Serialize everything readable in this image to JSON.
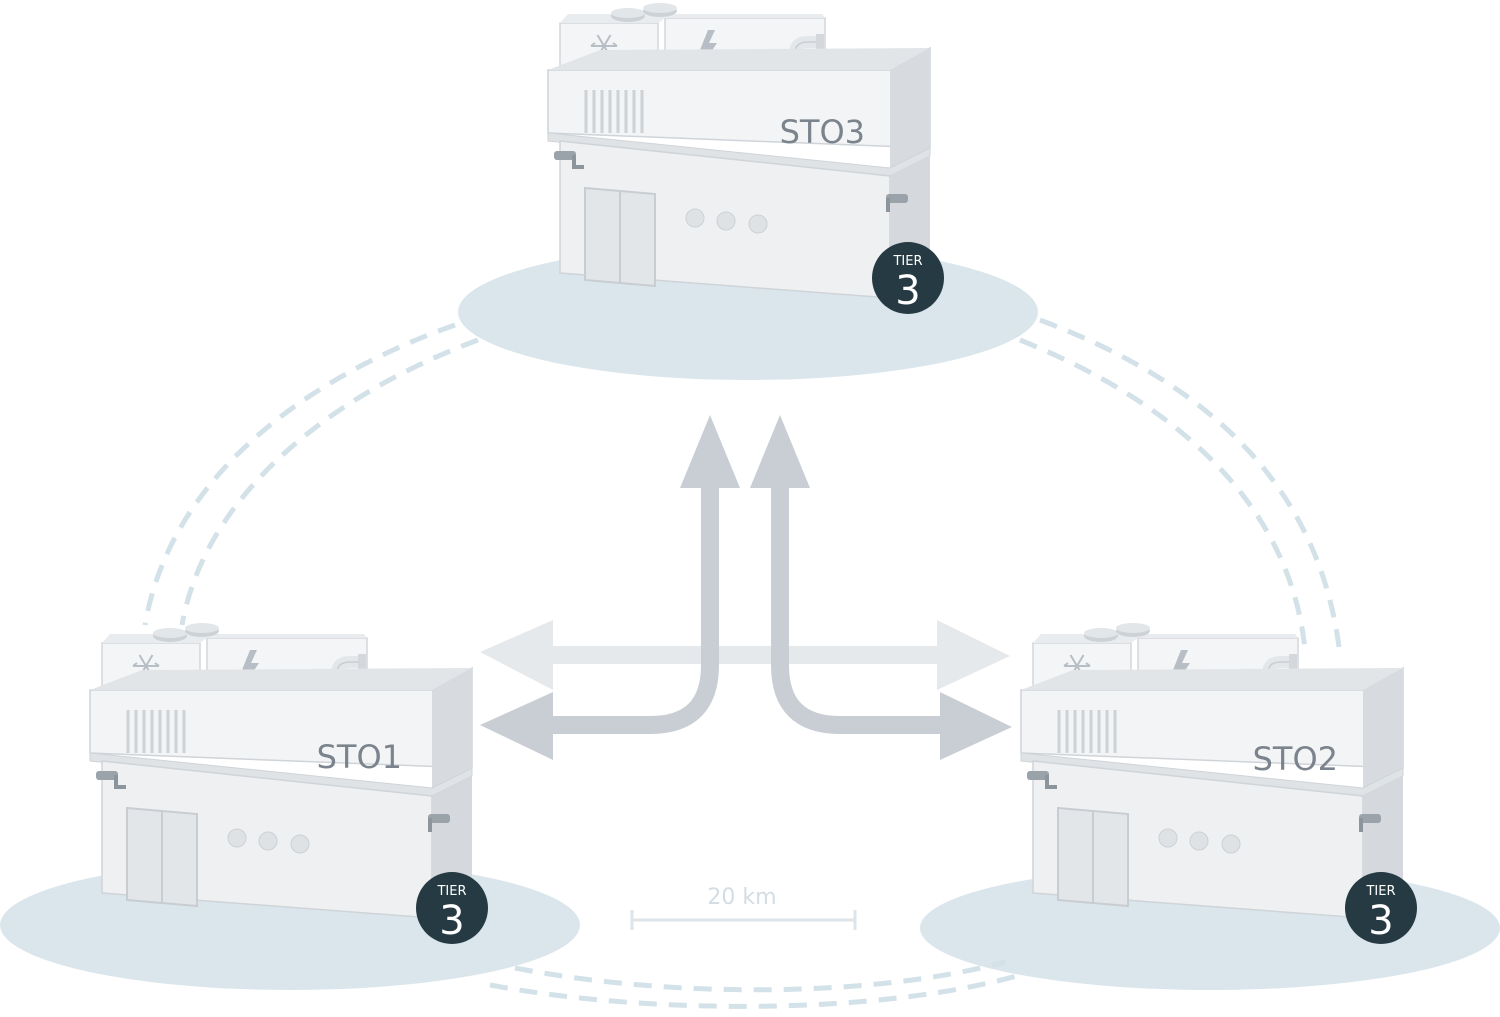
{
  "diagram": {
    "scale_label": "20 km",
    "colors": {
      "ground": "#dbe6ec",
      "dash": "#d6e3e9",
      "arrow_light": "#e6e9ec",
      "arrow_dark": "#c9ced4",
      "building_front": "#eff1f3",
      "building_side": "#d8dce0",
      "building_top": "#f7f8f9",
      "building_edge": "#c7ccd2",
      "text": "#7b848d",
      "badge": "#253a42"
    },
    "sites": [
      {
        "id": "sto3",
        "name": "STO3",
        "tier_caption": "TIER",
        "tier_value": "3",
        "icons": [
          "snowflake-icon",
          "bolt-icon",
          "vent-icon",
          "camera-icon"
        ]
      },
      {
        "id": "sto1",
        "name": "STO1",
        "tier_caption": "TIER",
        "tier_value": "3",
        "icons": [
          "snowflake-icon",
          "bolt-icon",
          "vent-icon",
          "camera-icon"
        ]
      },
      {
        "id": "sto2",
        "name": "STO2",
        "tier_caption": "TIER",
        "tier_value": "3",
        "icons": [
          "snowflake-icon",
          "bolt-icon",
          "vent-icon",
          "camera-icon"
        ]
      }
    ]
  }
}
